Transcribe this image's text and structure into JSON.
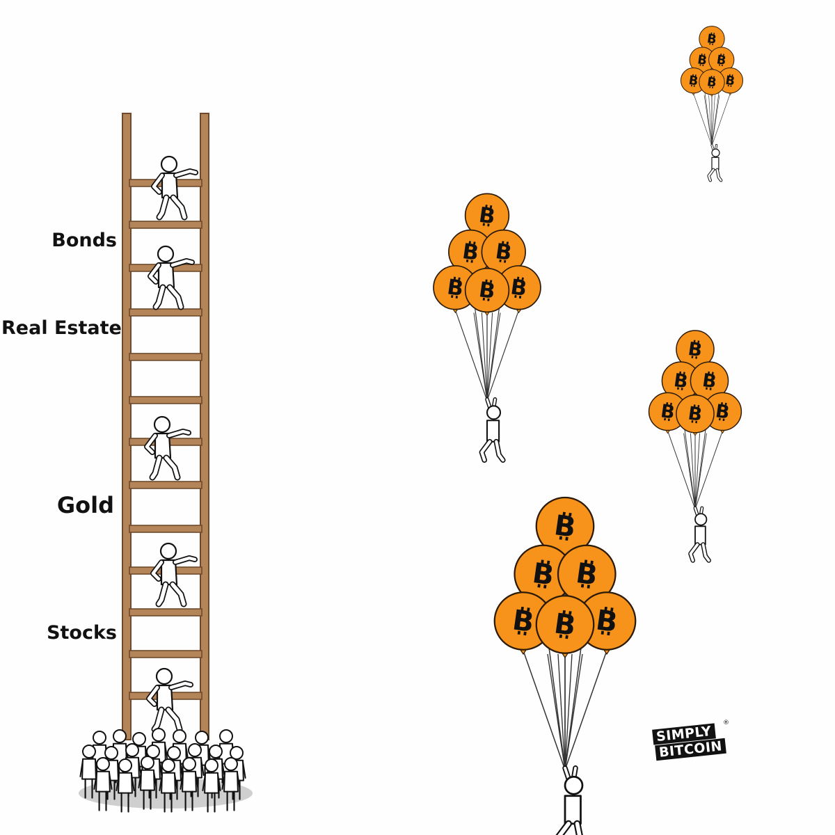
{
  "ladder_labels": {
    "bonds": "Bonds",
    "real_estate": "Real Estate",
    "gold": "Gold",
    "stocks": "Stocks"
  },
  "balloon_symbol": "B",
  "brand": {
    "line1": "SIMPLY",
    "line2": "BITCOIN",
    "mark": "®"
  },
  "colors": {
    "ladder": "#b5855a",
    "ladder_edge": "#6e4a2a",
    "balloon": "#f7931a",
    "balloon_edge": "#2b1a05",
    "ink": "#111111",
    "ground": "#cfcfcf"
  }
}
